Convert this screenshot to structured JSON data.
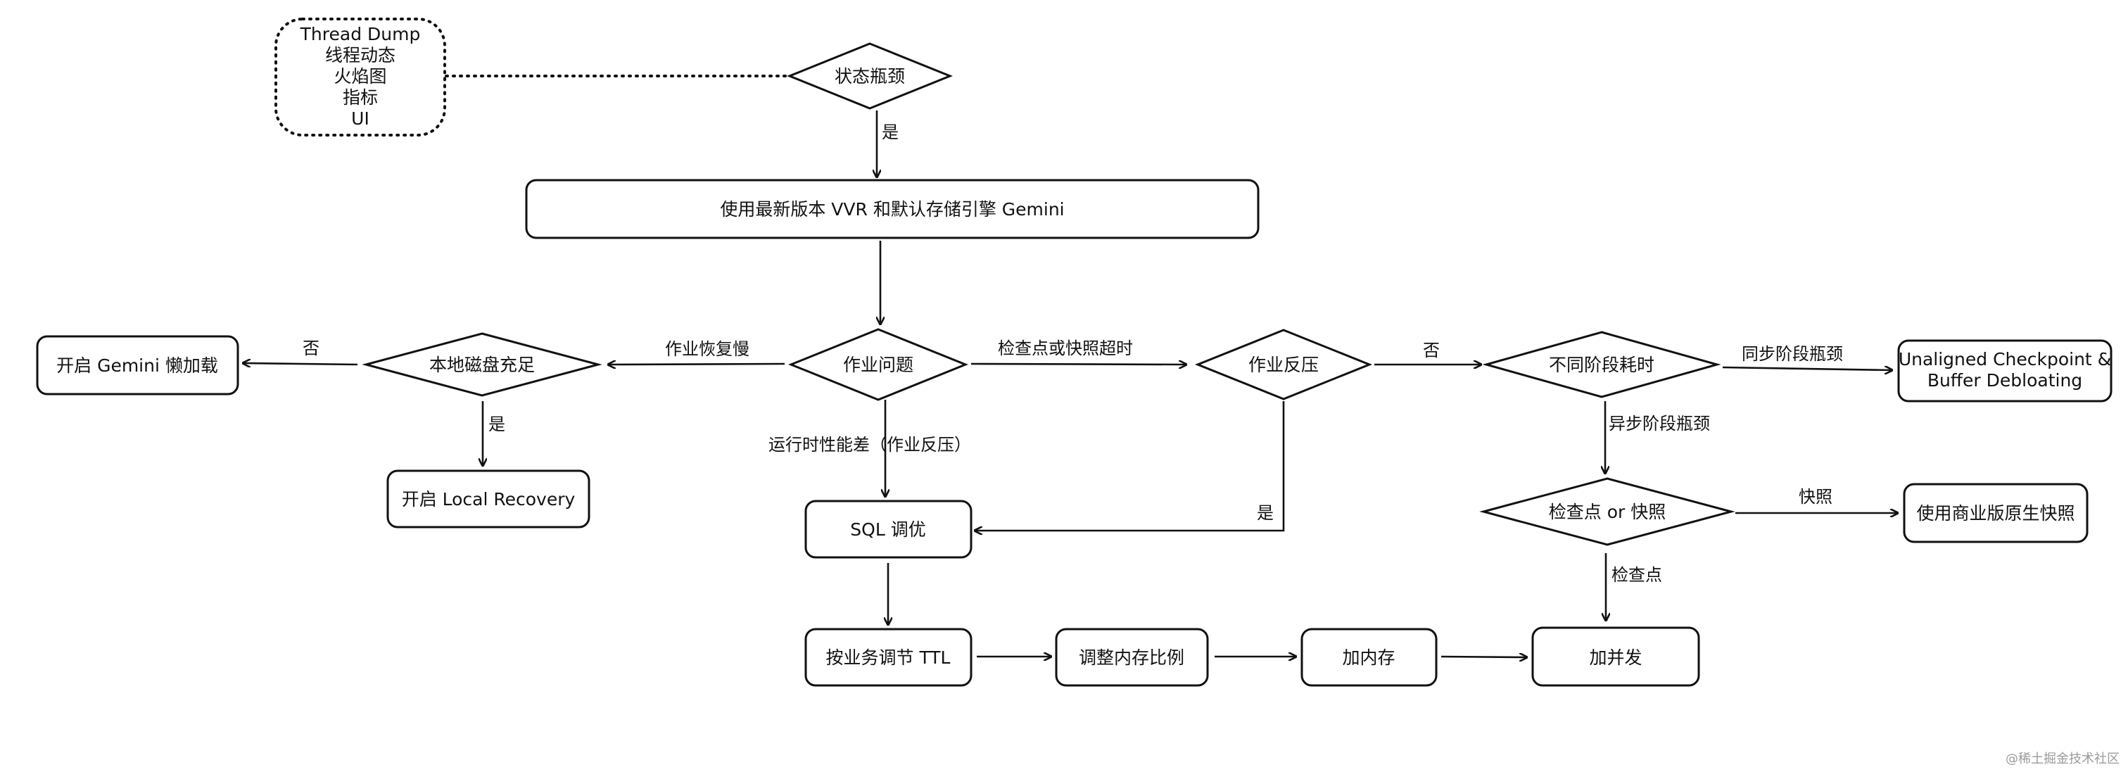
{
  "note": {
    "lines": [
      "Thread Dump",
      "线程动态",
      "火焰图",
      "指标",
      "UI"
    ]
  },
  "nodes": {
    "state_bottleneck": "状态瓶颈",
    "use_latest_vvr": "使用最新版本 VVR 和默认存储引擎 Gemini",
    "job_problem": "作业问题",
    "local_disk_enough": "本地磁盘充足",
    "enable_gemini_lazy": "开启 Gemini 懒加载",
    "enable_local_recovery": "开启 Local Recovery",
    "job_backpressure": "作业反压",
    "different_stage_time": "不同阶段耗时",
    "unaligned_checkpoint": "Unaligned Checkpoint & Buffer Debloating",
    "checkpoint_or_snapshot": "检查点 or 快照",
    "use_commercial_snapshot": "使用商业版原生快照",
    "sql_tuning": "SQL 调优",
    "adjust_ttl": "按业务调节 TTL",
    "adjust_memory_ratio": "调整内存比例",
    "add_memory": "加内存",
    "add_parallelism": "加并发"
  },
  "edges": {
    "yes_1": "是",
    "recovery_slow": "作业恢复慢",
    "no_1": "否",
    "yes_2": "是",
    "checkpoint_timeout": "检查点或快照超时",
    "no_2": "否",
    "runtime_poor": "运行时性能差（作业反压）",
    "yes_3": "是",
    "sync_bottleneck": "同步阶段瓶颈",
    "async_bottleneck": "异步阶段瓶颈",
    "snapshot": "快照",
    "checkpoint": "检查点"
  },
  "watermark": "@稀土掘金技术社区"
}
